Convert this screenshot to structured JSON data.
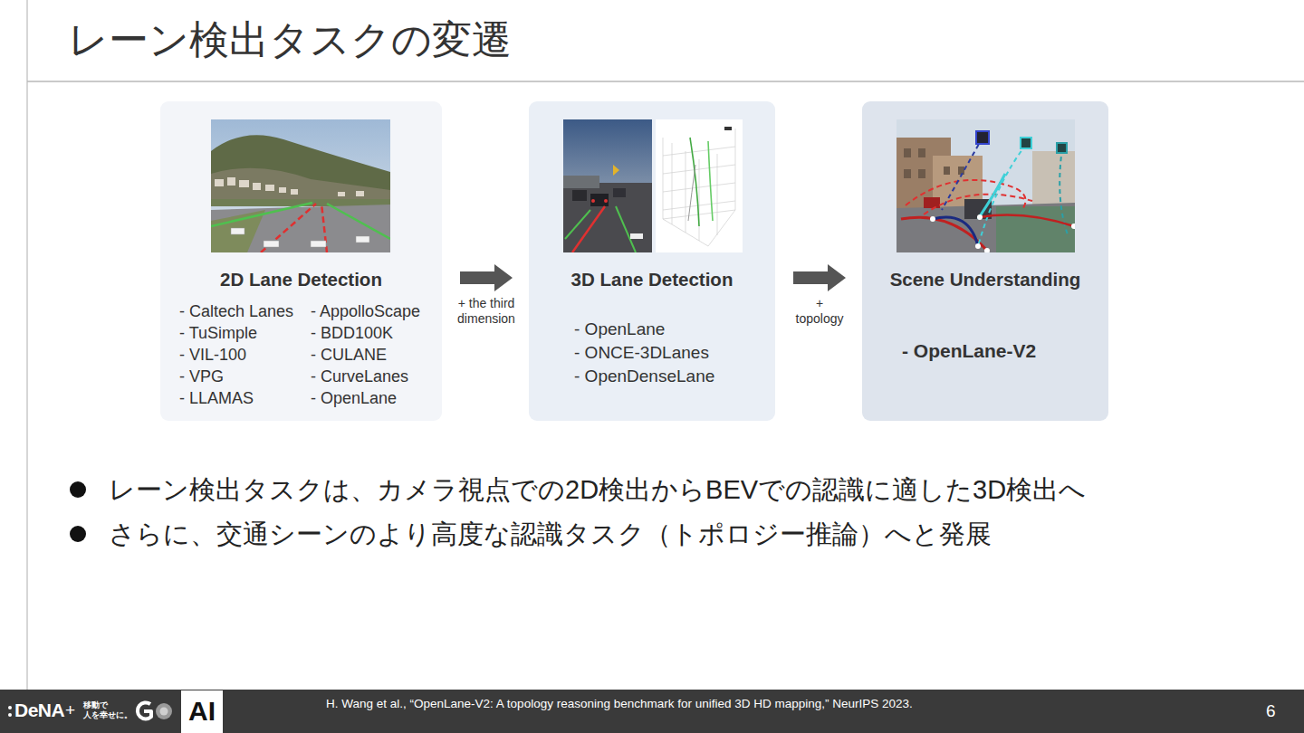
{
  "diagram": {
    "title": "レーン検出タスクの変遷",
    "nodes": [
      {
        "text": [
          "2D Lane Detection",
          "- Caltech Lanes",
          "- TuSimple",
          "- VIL-100",
          "- VPG",
          "- LLAMAS",
          "- AppolloScape",
          "- BDD100K",
          "- CULANE",
          "- CurveLanes",
          "- OpenLane"
        ]
      },
      {
        "text": [
          "3D Lane Detection",
          "- OpenLane",
          "- ONCE-3DLanes",
          "- OpenDenseLane"
        ]
      },
      {
        "text": [
          "Scene Understanding",
          "- OpenLane-V2"
        ]
      }
    ],
    "edges": [
      {
        "from": 0,
        "to": 1,
        "arrow": "to",
        "label": "+ the third dimension"
      },
      {
        "from": 1,
        "to": 2,
        "arrow": "to",
        "label": "+ topology"
      }
    ],
    "labels": [
      "レーン検出タスクは、カメラ視点での2D検出からBEVでの認識に適した3D検出へ",
      "さらに、交通シーンのより高度な認識タスク（トポロジー推論）へと発展",
      "H. Wang et al., “OpenLane-V2: A topology reasoning benchmark for unified 3D HD mapping,” NeurIPS 2023.",
      "DeNA",
      "+",
      "移動で 人を幸せに。",
      "AI",
      "6"
    ]
  }
}
